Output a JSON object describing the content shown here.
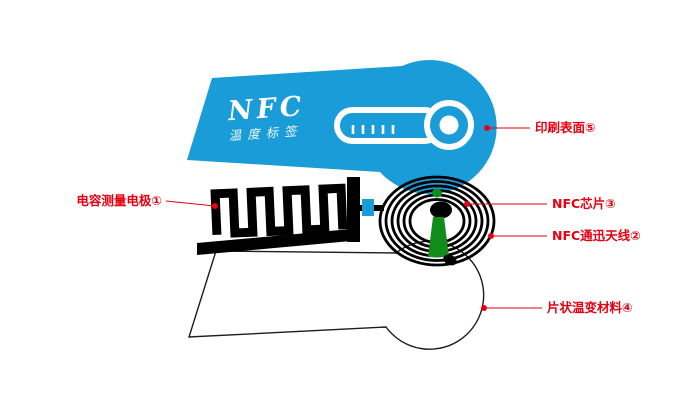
{
  "diagram": {
    "product_title": "NFC",
    "product_subtitle": "温度标签",
    "labels": {
      "capacitive_electrode": "电容测量电极①",
      "printed_surface": "印刷表面⑤",
      "nfc_chip": "NFC芯片③",
      "nfc_antenna": "NFC通迅天线②",
      "sheet_material": "片状温变材料④"
    },
    "icons": {
      "thermometer": "thermometer-icon"
    },
    "colors": {
      "blue": "#1a9cd8",
      "red": "#e60012",
      "green": "#0f8c1a",
      "black": "#000000"
    }
  }
}
